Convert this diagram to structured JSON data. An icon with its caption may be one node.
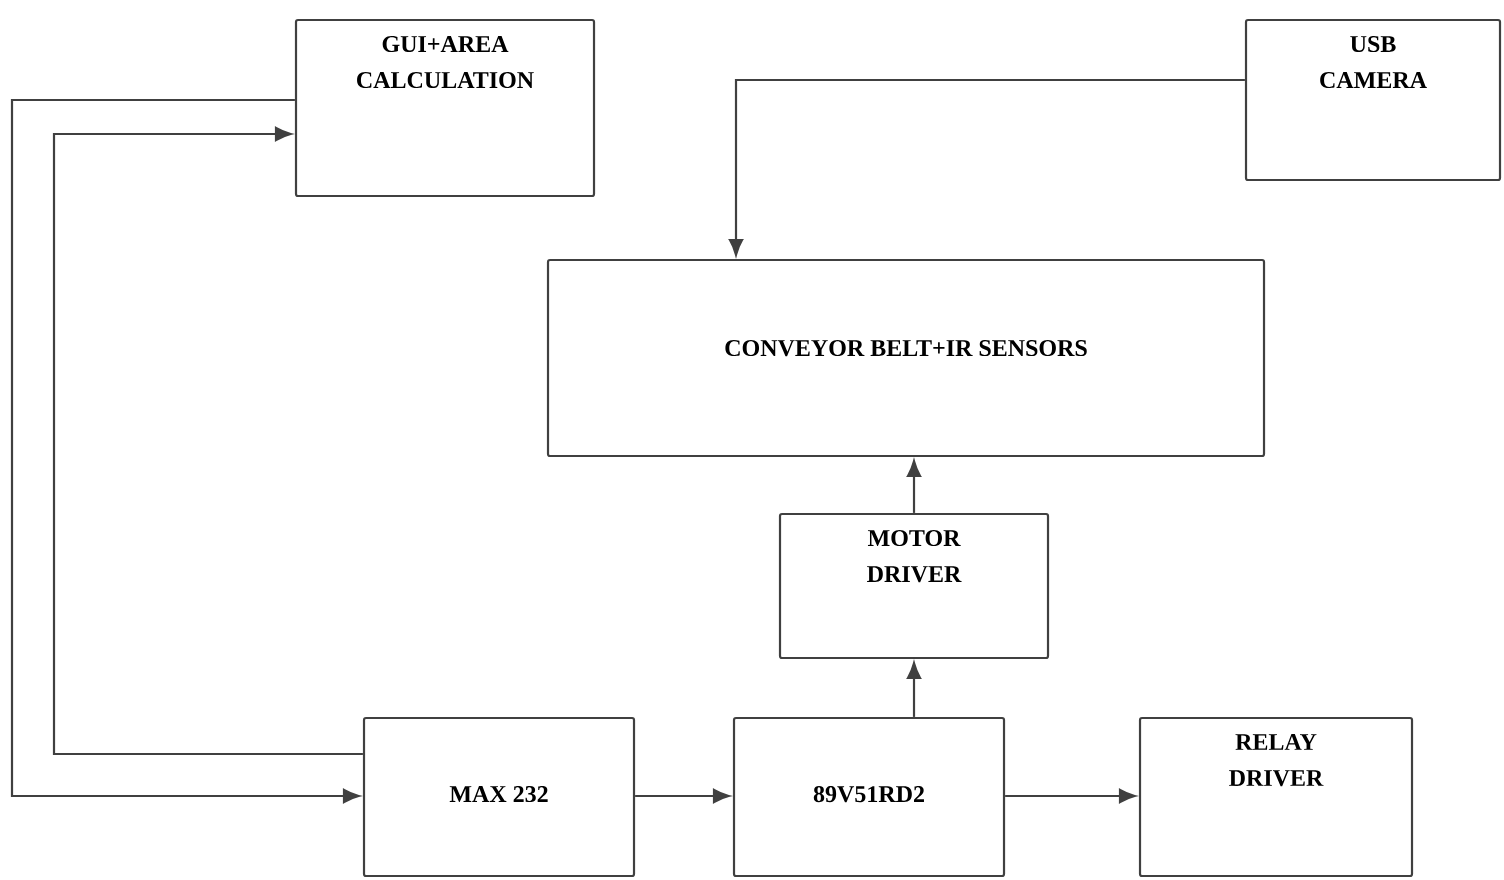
{
  "diagram": {
    "nodes": [
      {
        "text": [
          "GUI+AREA CALCULATION"
        ]
      },
      {
        "text": [
          "USB CAMERA"
        ]
      },
      {
        "text": [
          "CONVEYOR BELT+IR SENSORS"
        ]
      },
      {
        "text": [
          "MOTOR DRIVER"
        ]
      },
      {
        "text": [
          "MAX 232"
        ]
      },
      {
        "text": [
          "89V51RD2"
        ]
      },
      {
        "text": [
          "RELAY DRIVER"
        ]
      }
    ],
    "edges": [
      {
        "from": 0,
        "to": 4,
        "arrow": "to"
      },
      {
        "from": 4,
        "to": 0,
        "arrow": "to"
      },
      {
        "from": 1,
        "to": 2,
        "arrow": "to"
      },
      {
        "from": 3,
        "to": 2,
        "arrow": "to"
      },
      {
        "from": 5,
        "to": 3,
        "arrow": "to"
      },
      {
        "from": 4,
        "to": 5,
        "arrow": "to"
      },
      {
        "from": 5,
        "to": 6,
        "arrow": "to"
      }
    ]
  }
}
